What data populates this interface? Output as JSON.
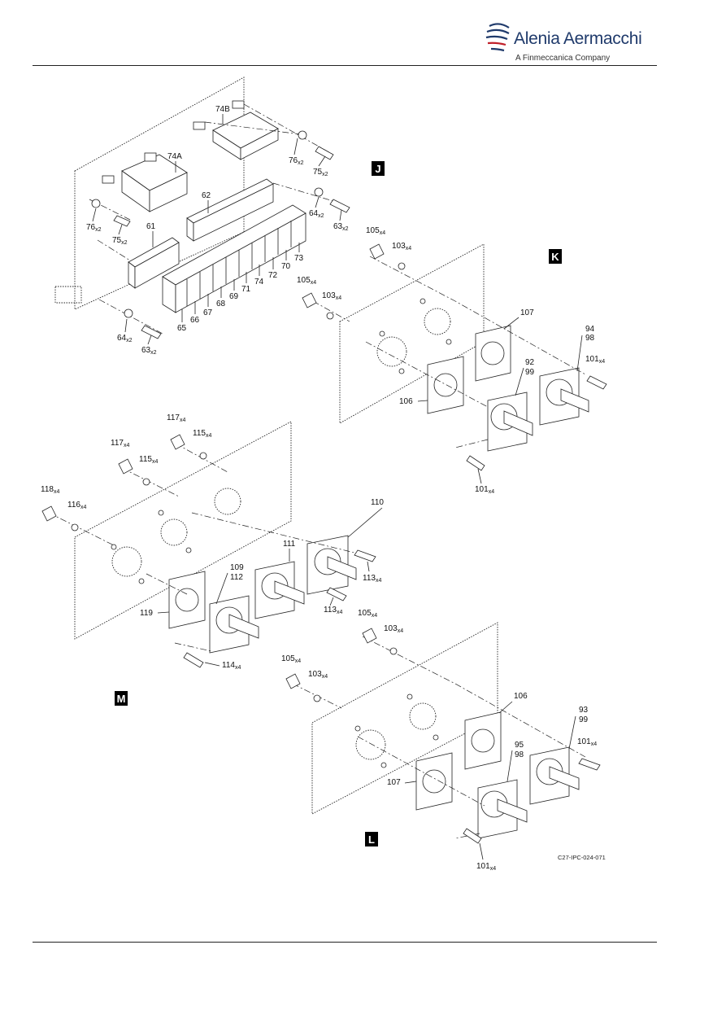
{
  "header": {
    "brand": "Alenia Aermacchi",
    "tagline": "A Finmeccanica Company"
  },
  "figures": [
    "J",
    "K",
    "M",
    "L"
  ],
  "callouts": {
    "c74B": "74B",
    "c74A": "74A",
    "c62": "62",
    "c61": "61",
    "c76a": "76",
    "c75a": "75",
    "c76b": "76",
    "c75b": "75",
    "c64a": "64",
    "c63a": "63",
    "c64b": "64",
    "c63b": "63",
    "c65": "65",
    "c66": "66",
    "c67": "67",
    "c68": "68",
    "c69": "69",
    "c71": "71",
    "c74": "74",
    "c72": "72",
    "c70": "70",
    "c73": "73",
    "c105a": "105",
    "c103a": "103",
    "c105b": "105",
    "c103b": "103",
    "c107a": "107",
    "c94": "94",
    "c98a": "98",
    "c101a": "101",
    "c92": "92",
    "c99a": "99",
    "c106a": "106",
    "c101b": "101",
    "c117a": "117",
    "c115a": "115",
    "c117b": "117",
    "c115b": "115",
    "c118": "118",
    "c116": "116",
    "c110": "110",
    "c111": "111",
    "c109": "109",
    "c112": "112",
    "c113a": "113",
    "c113b": "113",
    "c119": "119",
    "c114": "114",
    "c105c": "105",
    "c103c": "103",
    "c105d": "105",
    "c103d": "103",
    "c106b": "106",
    "c93": "93",
    "c99b": "99",
    "c101c": "101",
    "c95": "95",
    "c98b": "98",
    "c107b": "107",
    "c101d": "101"
  },
  "qty": {
    "x2": "x2",
    "x4": "x4"
  },
  "figure_ref": "C27-IPC-024-071"
}
